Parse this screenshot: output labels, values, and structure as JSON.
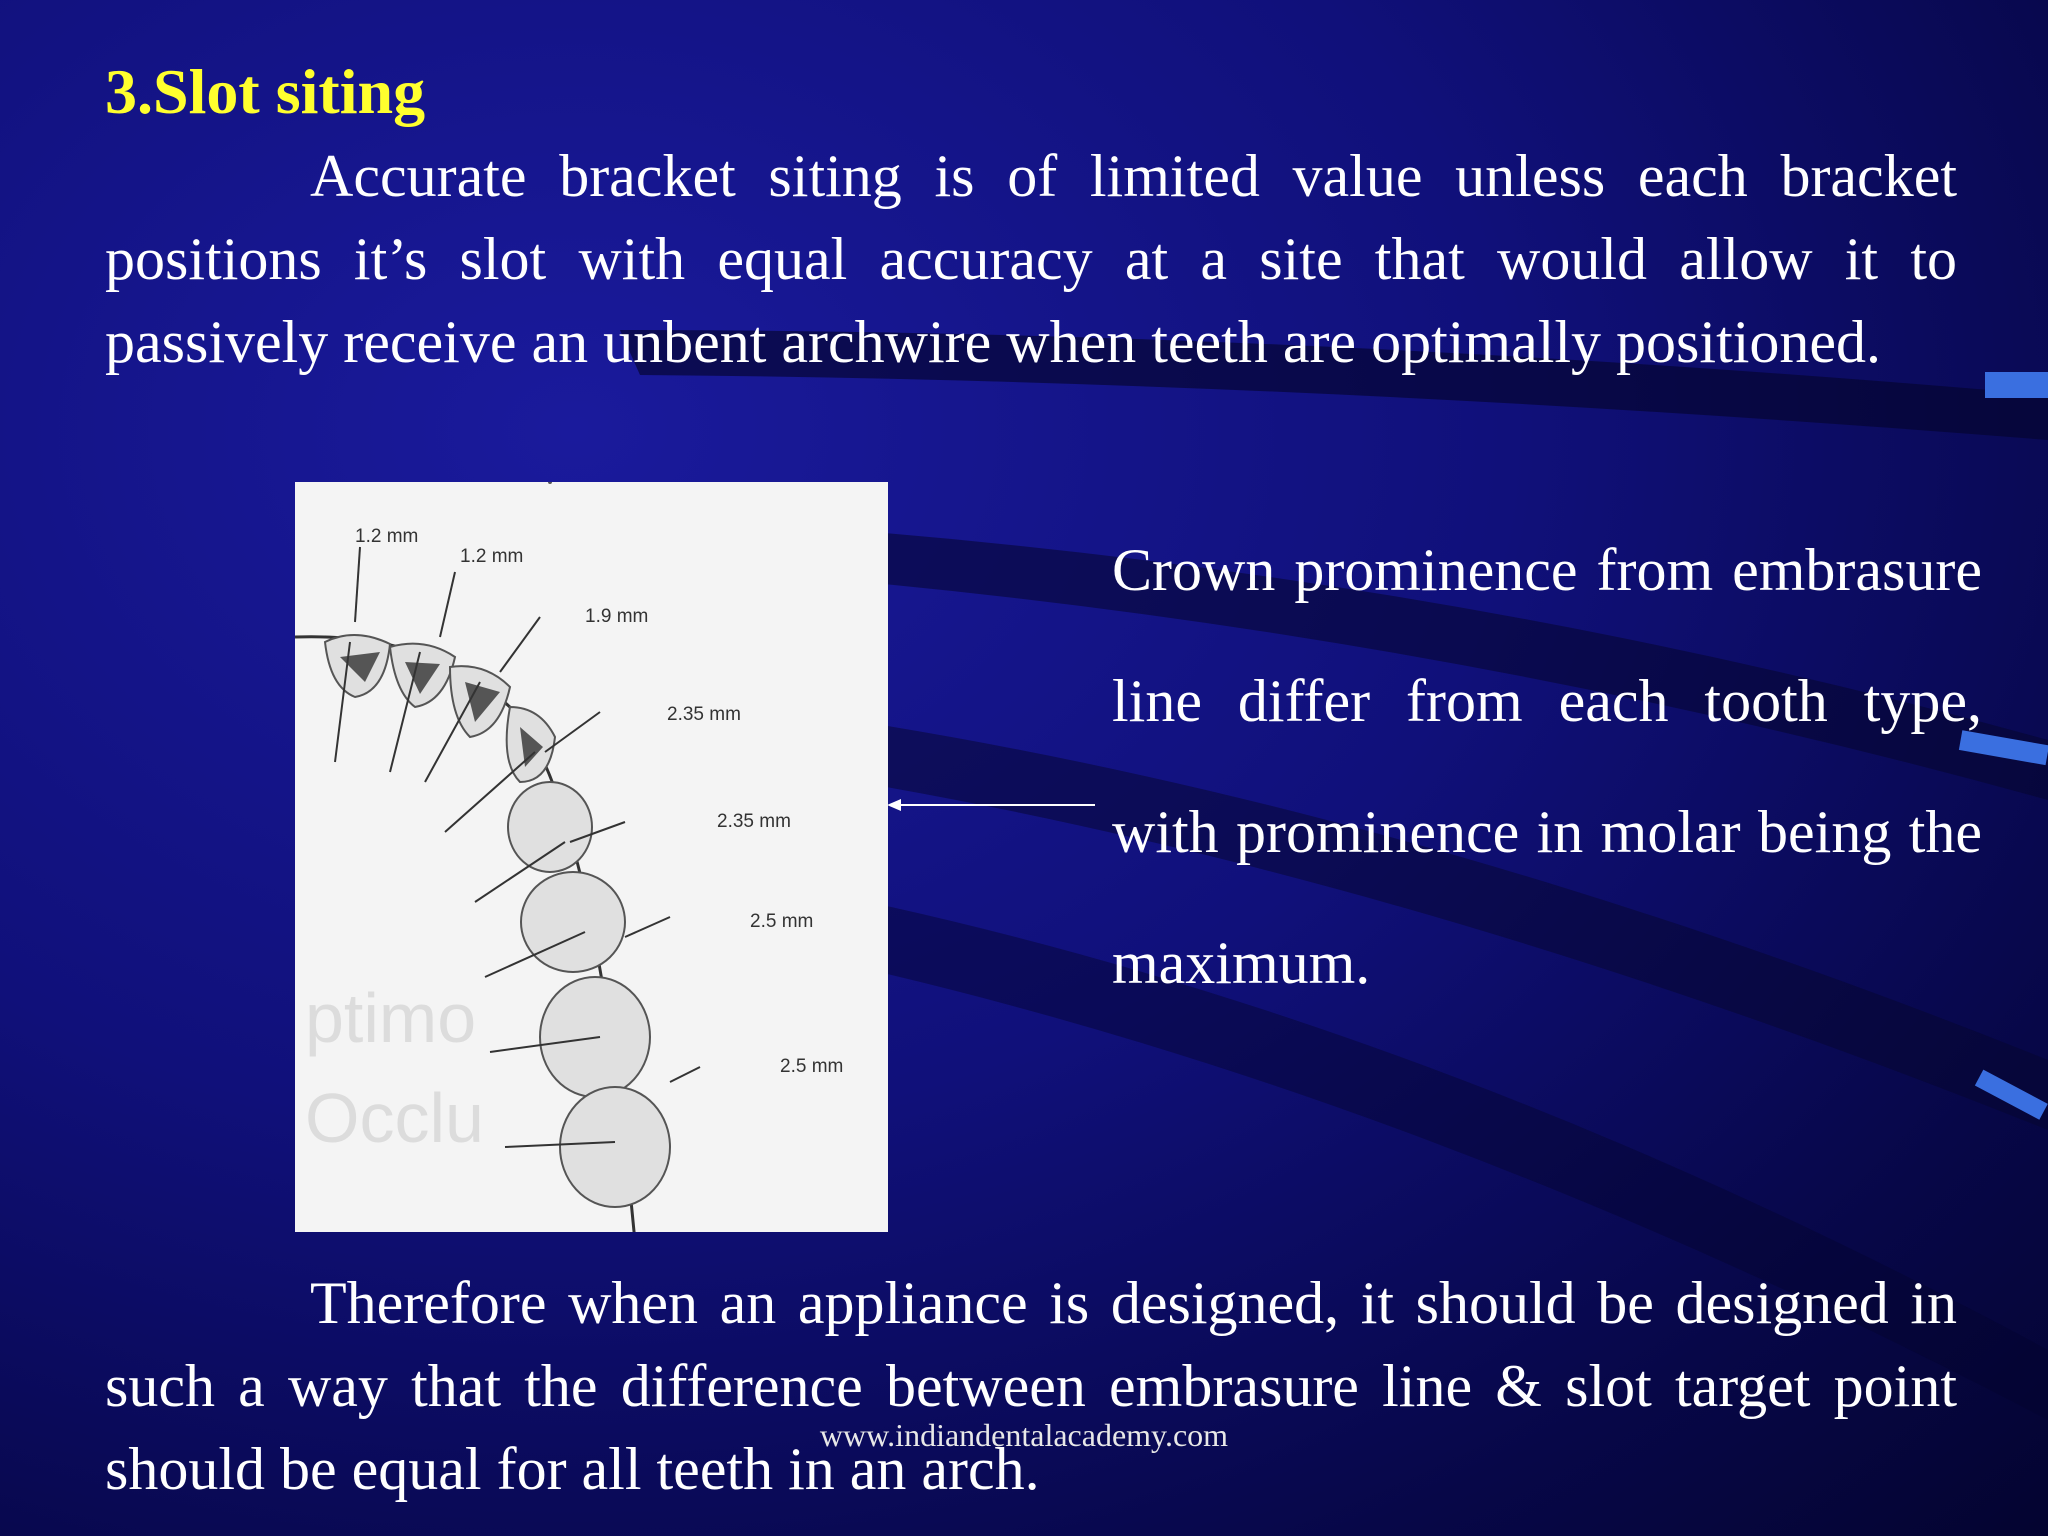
{
  "slide": {
    "title": "3.Slot siting",
    "paragraph1": "Accurate bracket siting is of limited value unless each bracket positions it’s slot with equal accuracy at a site that would allow it to passively receive an unbent archwire when teeth are optimally positioned.",
    "side_text": "Crown prominence from embrasure line differ from each tooth type, with prominence in molar being the maximum.",
    "paragraph2": "Therefore when an appliance is designed, it should be designed in such a way that the difference between embrasure line & slot target point should be equal for all teeth in an arch.",
    "watermark": "www.indiandentalacademy.com"
  },
  "figure": {
    "labels": [
      "1.2 mm",
      "1.2 mm",
      "1.9 mm",
      "2.35 mm",
      "2.35 mm",
      "2.5 mm",
      "2.5 mm"
    ]
  },
  "colors": {
    "title": "#ffff2e",
    "background": "#10107a",
    "text": "#ffffff"
  }
}
